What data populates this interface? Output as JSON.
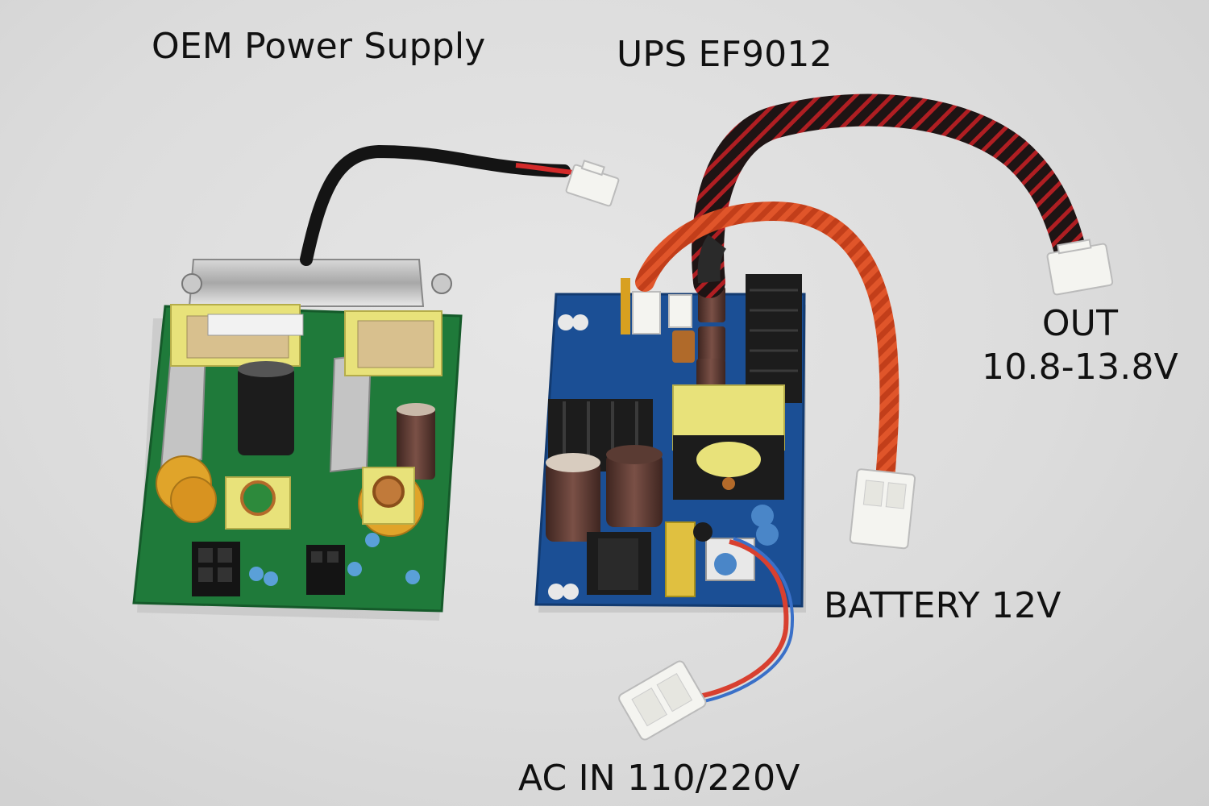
{
  "labels": {
    "oem_power_supply": "OEM Power Supply",
    "ups_model": "UPS EF9012",
    "out_title": "OUT",
    "out_voltage": "10.8-13.8V",
    "battery": "BATTERY 12V",
    "ac_in": "AC IN 110/220V"
  },
  "colors": {
    "background": "#dcdcdc",
    "oem_pcb": "#1f7a3a",
    "ups_pcb": "#1b4f95",
    "heatsink": "#1c1c1c",
    "transformer": "#e8e27a",
    "capacitor": "#5a3b33",
    "braided_cable_red": "#e0552a",
    "braided_cable_black_red": "#2a1a1a",
    "connector": "#f4f4f0",
    "text": "#111111"
  }
}
